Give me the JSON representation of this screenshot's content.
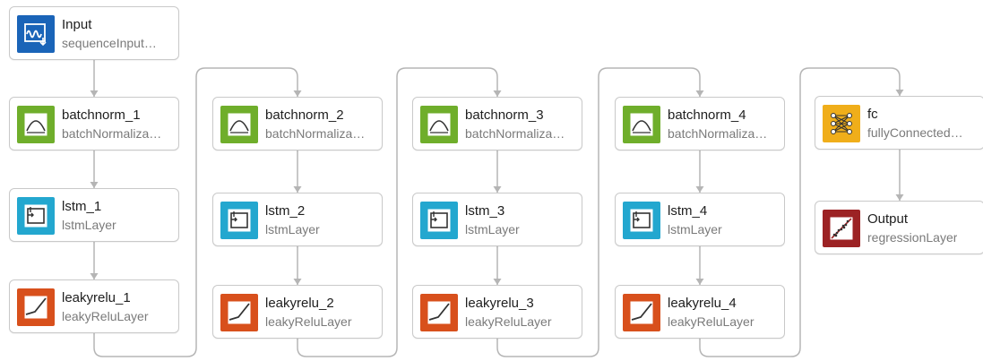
{
  "nodes": [
    {
      "id": "input",
      "name": "Input",
      "type": "sequenceInput…",
      "icon": "sequence-input-icon"
    },
    {
      "id": "bn1",
      "name": "batchnorm_1",
      "type": "batchNormaliza…",
      "icon": "batchnorm-icon"
    },
    {
      "id": "lstm1",
      "name": "lstm_1",
      "type": "lstmLayer",
      "icon": "lstm-icon"
    },
    {
      "id": "relu1",
      "name": "leakyrelu_1",
      "type": "leakyReluLayer",
      "icon": "leaky-relu-icon"
    },
    {
      "id": "bn2",
      "name": "batchnorm_2",
      "type": "batchNormaliza…",
      "icon": "batchnorm-icon"
    },
    {
      "id": "lstm2",
      "name": "lstm_2",
      "type": "lstmLayer",
      "icon": "lstm-icon"
    },
    {
      "id": "relu2",
      "name": "leakyrelu_2",
      "type": "leakyReluLayer",
      "icon": "leaky-relu-icon"
    },
    {
      "id": "bn3",
      "name": "batchnorm_3",
      "type": "batchNormaliza…",
      "icon": "batchnorm-icon"
    },
    {
      "id": "lstm3",
      "name": "lstm_3",
      "type": "lstmLayer",
      "icon": "lstm-icon"
    },
    {
      "id": "relu3",
      "name": "leakyrelu_3",
      "type": "leakyReluLayer",
      "icon": "leaky-relu-icon"
    },
    {
      "id": "bn4",
      "name": "batchnorm_4",
      "type": "batchNormaliza…",
      "icon": "batchnorm-icon"
    },
    {
      "id": "lstm4",
      "name": "lstm_4",
      "type": "lstmLayer",
      "icon": "lstm-icon"
    },
    {
      "id": "relu4",
      "name": "leakyrelu_4",
      "type": "leakyReluLayer",
      "icon": "leaky-relu-icon"
    },
    {
      "id": "fc",
      "name": "fc",
      "type": "fullyConnected…",
      "icon": "fully-connected-icon"
    },
    {
      "id": "output",
      "name": "Output",
      "type": "regressionLayer",
      "icon": "regression-output-icon"
    }
  ],
  "edges": [
    [
      "input",
      "bn1"
    ],
    [
      "bn1",
      "lstm1"
    ],
    [
      "lstm1",
      "relu1"
    ],
    [
      "relu1",
      "bn2"
    ],
    [
      "bn2",
      "lstm2"
    ],
    [
      "lstm2",
      "relu2"
    ],
    [
      "relu2",
      "bn3"
    ],
    [
      "bn3",
      "lstm3"
    ],
    [
      "lstm3",
      "relu3"
    ],
    [
      "relu3",
      "bn4"
    ],
    [
      "bn4",
      "lstm4"
    ],
    [
      "lstm4",
      "relu4"
    ],
    [
      "relu4",
      "fc"
    ],
    [
      "fc",
      "output"
    ]
  ],
  "colors": {
    "sequence_input": "#1a64b8",
    "batchnorm": "#6fae2b",
    "lstm": "#23a7cf",
    "leaky_relu": "#d8501c",
    "fully_connected": "#f0ae1a",
    "regression_output": "#9c2224",
    "wire": "#b5b5b5"
  }
}
